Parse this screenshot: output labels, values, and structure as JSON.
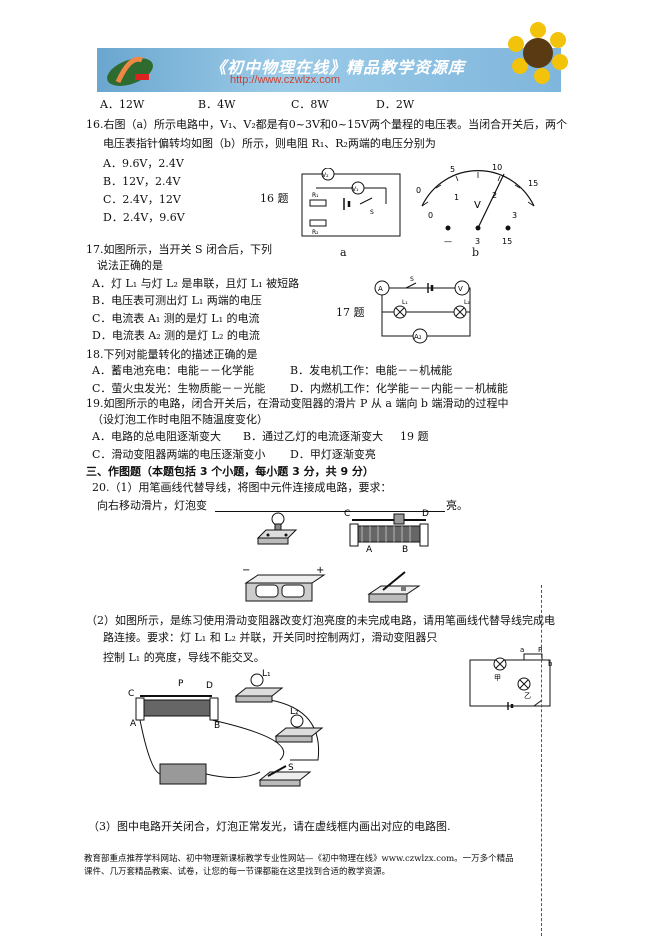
{
  "header": {
    "title": "《初中物理在线》精品教学资源库",
    "url": "http://www.czwlzx.com"
  },
  "q15_options": [
    "A．12W",
    "B．4W",
    "C．8W",
    "D．2W"
  ],
  "q16": {
    "stem1": "16.右图（a）所示电路中，V₁、V₂都是有0~3V和0~15V两个量程的电压表。当闭合开关后，两个",
    "stem2": "电压表指针偏转均如图（b）所示，则电阻 R₁、R₂两端的电压分别为",
    "options": [
      "A．9.6V，2.4V",
      "B．12V，2.4V",
      "C．2.4V，12V",
      "D．2.4V，9.6V"
    ],
    "fig_label": "16 题",
    "sub_a": "a",
    "sub_b": "b"
  },
  "meter": {
    "unit": "V",
    "top_ticks": [
      "5",
      "10",
      "15"
    ],
    "bottom_ticks": [
      "0",
      "1",
      "2",
      "3"
    ],
    "zero_top": "0",
    "terminals": [
      "—",
      "3",
      "15"
    ]
  },
  "q17": {
    "stem1": "17.如图所示，当开关 S 闭合后，下列",
    "stem2": "说法正确的是",
    "options": [
      "A．灯 L₁ 与灯 L₂ 是串联，且灯 L₁ 被短路",
      "B．电压表可测出灯 L₁ 两端的电压",
      "C．电流表 A₁ 测的是灯 L₁ 的电流",
      "D．电流表 A₂ 测的是灯 L₂ 的电流"
    ],
    "fig_label": "17 题"
  },
  "q18": {
    "stem": "18.下列对能量转化的描述正确的是",
    "options": [
      "A．蓄电池充电：电能－－化学能",
      "B．发电机工作：电能－－机械能",
      "C．萤火虫发光：生物质能－－光能",
      "D．内燃机工作：化学能－－内能－－机械能"
    ]
  },
  "q19": {
    "stem1": "19.如图所示的电路，闭合开关后，在滑动变阻器的滑片 P 从 a 端向 b 端滑动的过程中",
    "stem2": "（设灯泡工作时电阻不随温度变化）",
    "options": [
      "A．电路的总电阻逐渐变大",
      "B．通过乙灯的电流逐渐变大",
      "C．滑动变阻器两端的电压逐渐变小",
      "D．甲灯逐渐变亮"
    ],
    "fig_label": "19 题"
  },
  "section3": "三、作图题（本题包括 3 个小题，每小题 3 分，共 9 分）",
  "q20": {
    "p1_line1": "20.（1）用笔画线代替导线，将图中元件连接成电路，要求：",
    "p1_line2": "向右移动滑片，灯泡变",
    "p1_blank_end": "亮。",
    "p2_line1": "（2）如图所示，是练习使用滑动变阻器改变灯泡亮度的未完成电路，请用笔画线代替导线完成电",
    "p2_line2": "路连接。要求：灯 L₁ 和 L₂ 并联，开关同时控制两灯，滑动变阻器只",
    "p2_line3": "控制 L₁ 的亮度，导线不能交叉。",
    "p3": "（3）图中电路开关闭合，灯泡正常发光，请在虚线框内画出对应的电路图."
  },
  "labels": {
    "C": "C",
    "D": "D",
    "A": "A",
    "B": "B",
    "P": "P",
    "L1": "L₁",
    "L2": "L₂",
    "S": "S",
    "R1": "R₁",
    "R2": "R₂",
    "V1": "V₁",
    "V2": "V₂",
    "A1": "A₁",
    "A2": "A₂",
    "a": "a",
    "b": "b",
    "jia": "甲",
    "yi": "乙",
    "plus": "+",
    "minus": "−"
  },
  "footer": {
    "line1": "教育部重点推荐学科网站、初中物理新课标教学专业性网站—《初中物理在线》www.czwlzx.com。一万多个精品",
    "line2": "课件、几万套精品教案、试卷，让您的每一节课都能在这里找到合适的教学资源。"
  }
}
